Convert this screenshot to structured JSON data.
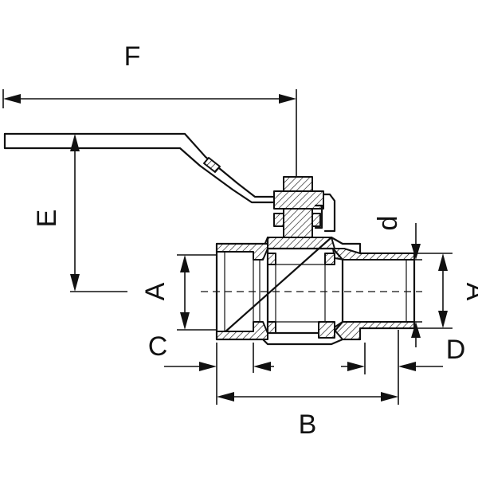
{
  "diagram": {
    "labels": {
      "F": "F",
      "E": "E",
      "A_left": "A",
      "A_right": "A",
      "d": "d",
      "C": "C",
      "D": "D",
      "B": "B"
    }
  }
}
